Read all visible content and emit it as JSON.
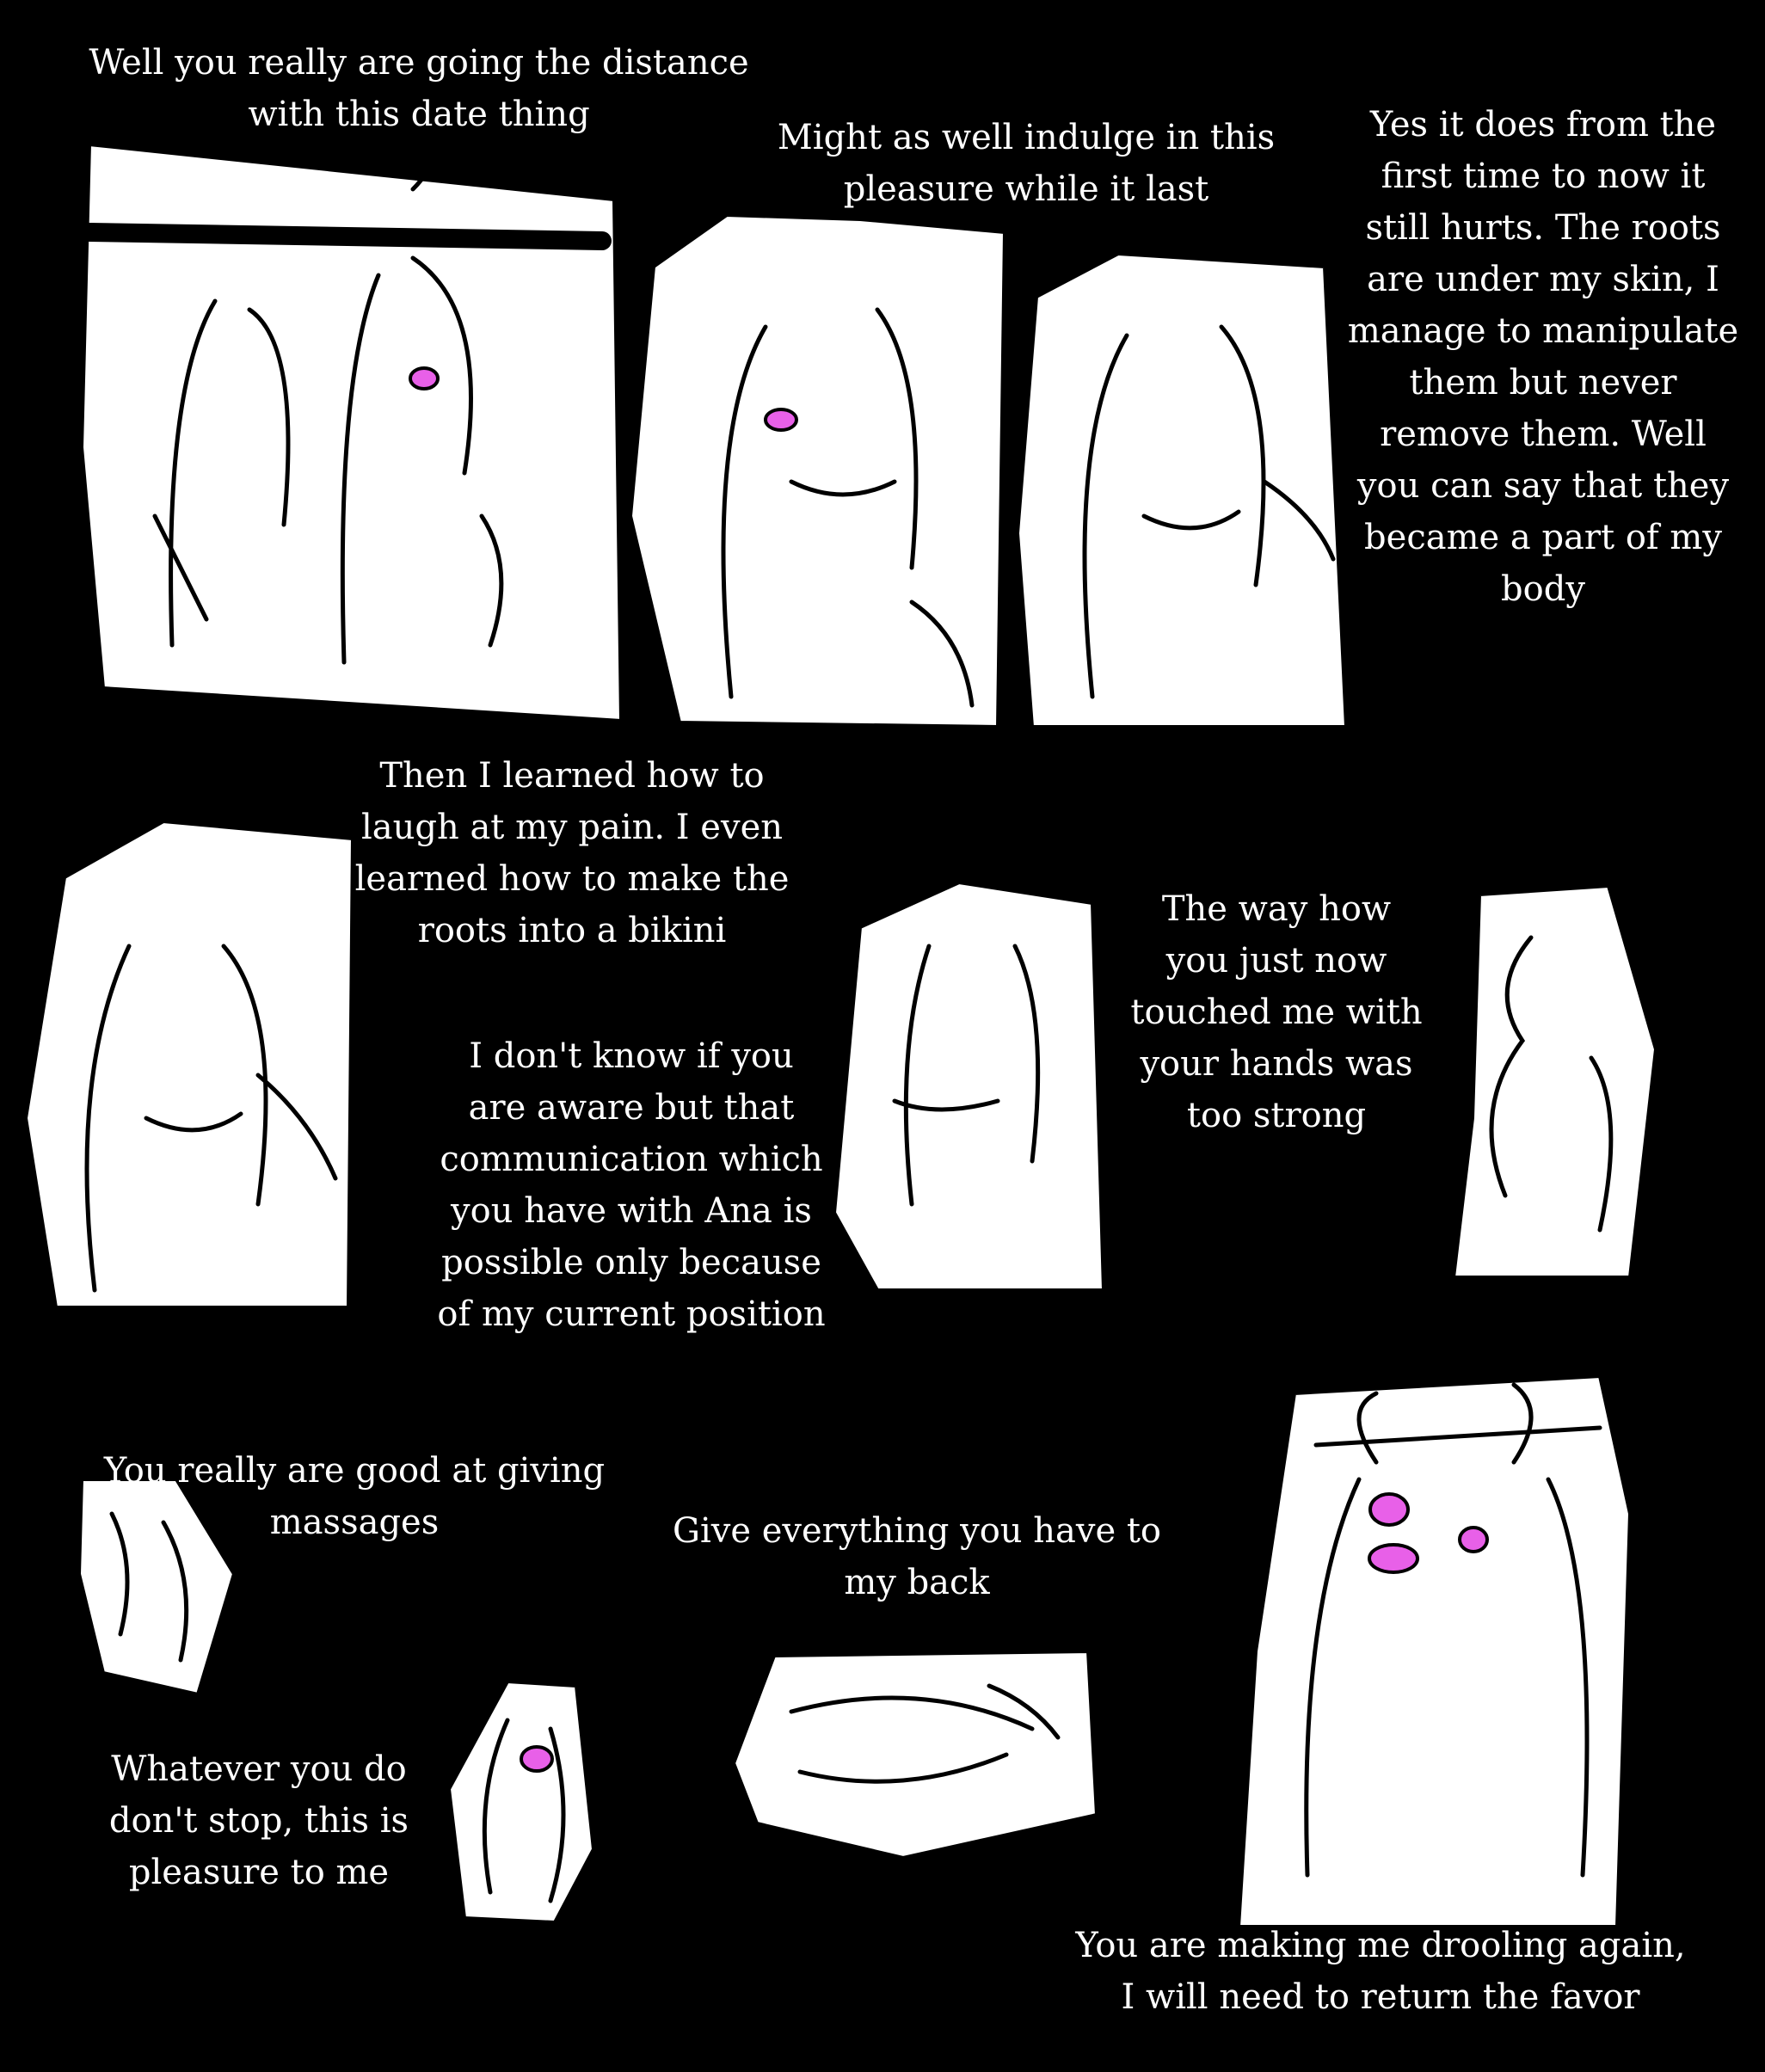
{
  "colors": {
    "background": "#000000",
    "panel": "#ffffff",
    "ink": "#000000",
    "accent": "#e860e8"
  },
  "captions": [
    {
      "lines": [
        "Well you really are going the distance",
        "with this date thing"
      ]
    },
    {
      "lines": [
        "Might as well indulge in this",
        "pleasure while it last"
      ]
    },
    {
      "lines": [
        "Yes it does from the",
        "first time to now it",
        "still hurts. The roots",
        "are under my skin, I",
        "manage to manipulate",
        "them but never",
        "remove them. Well",
        "you can say that they",
        "became a part of my",
        "body"
      ]
    },
    {
      "lines": [
        "Then I learned how to",
        "laugh at my pain. I even",
        "learned how to make the",
        "roots into a bikini"
      ]
    },
    {
      "lines": [
        "I don't know if you",
        "are aware but that",
        "communication which",
        "you have with Ana is",
        "possible only because",
        "of my current position"
      ]
    },
    {
      "lines": [
        "The way how",
        "you just now",
        "touched me with",
        "your hands was",
        "too strong"
      ]
    },
    {
      "lines": [
        "You really are good at giving",
        "massages"
      ]
    },
    {
      "lines": [
        "Give everything you have to",
        "my back"
      ]
    },
    {
      "lines": [
        "Whatever you do",
        "don't stop, this is",
        "pleasure to me"
      ]
    },
    {
      "lines": [
        "You are making me drooling again,",
        "I will need to return the favor"
      ]
    }
  ]
}
